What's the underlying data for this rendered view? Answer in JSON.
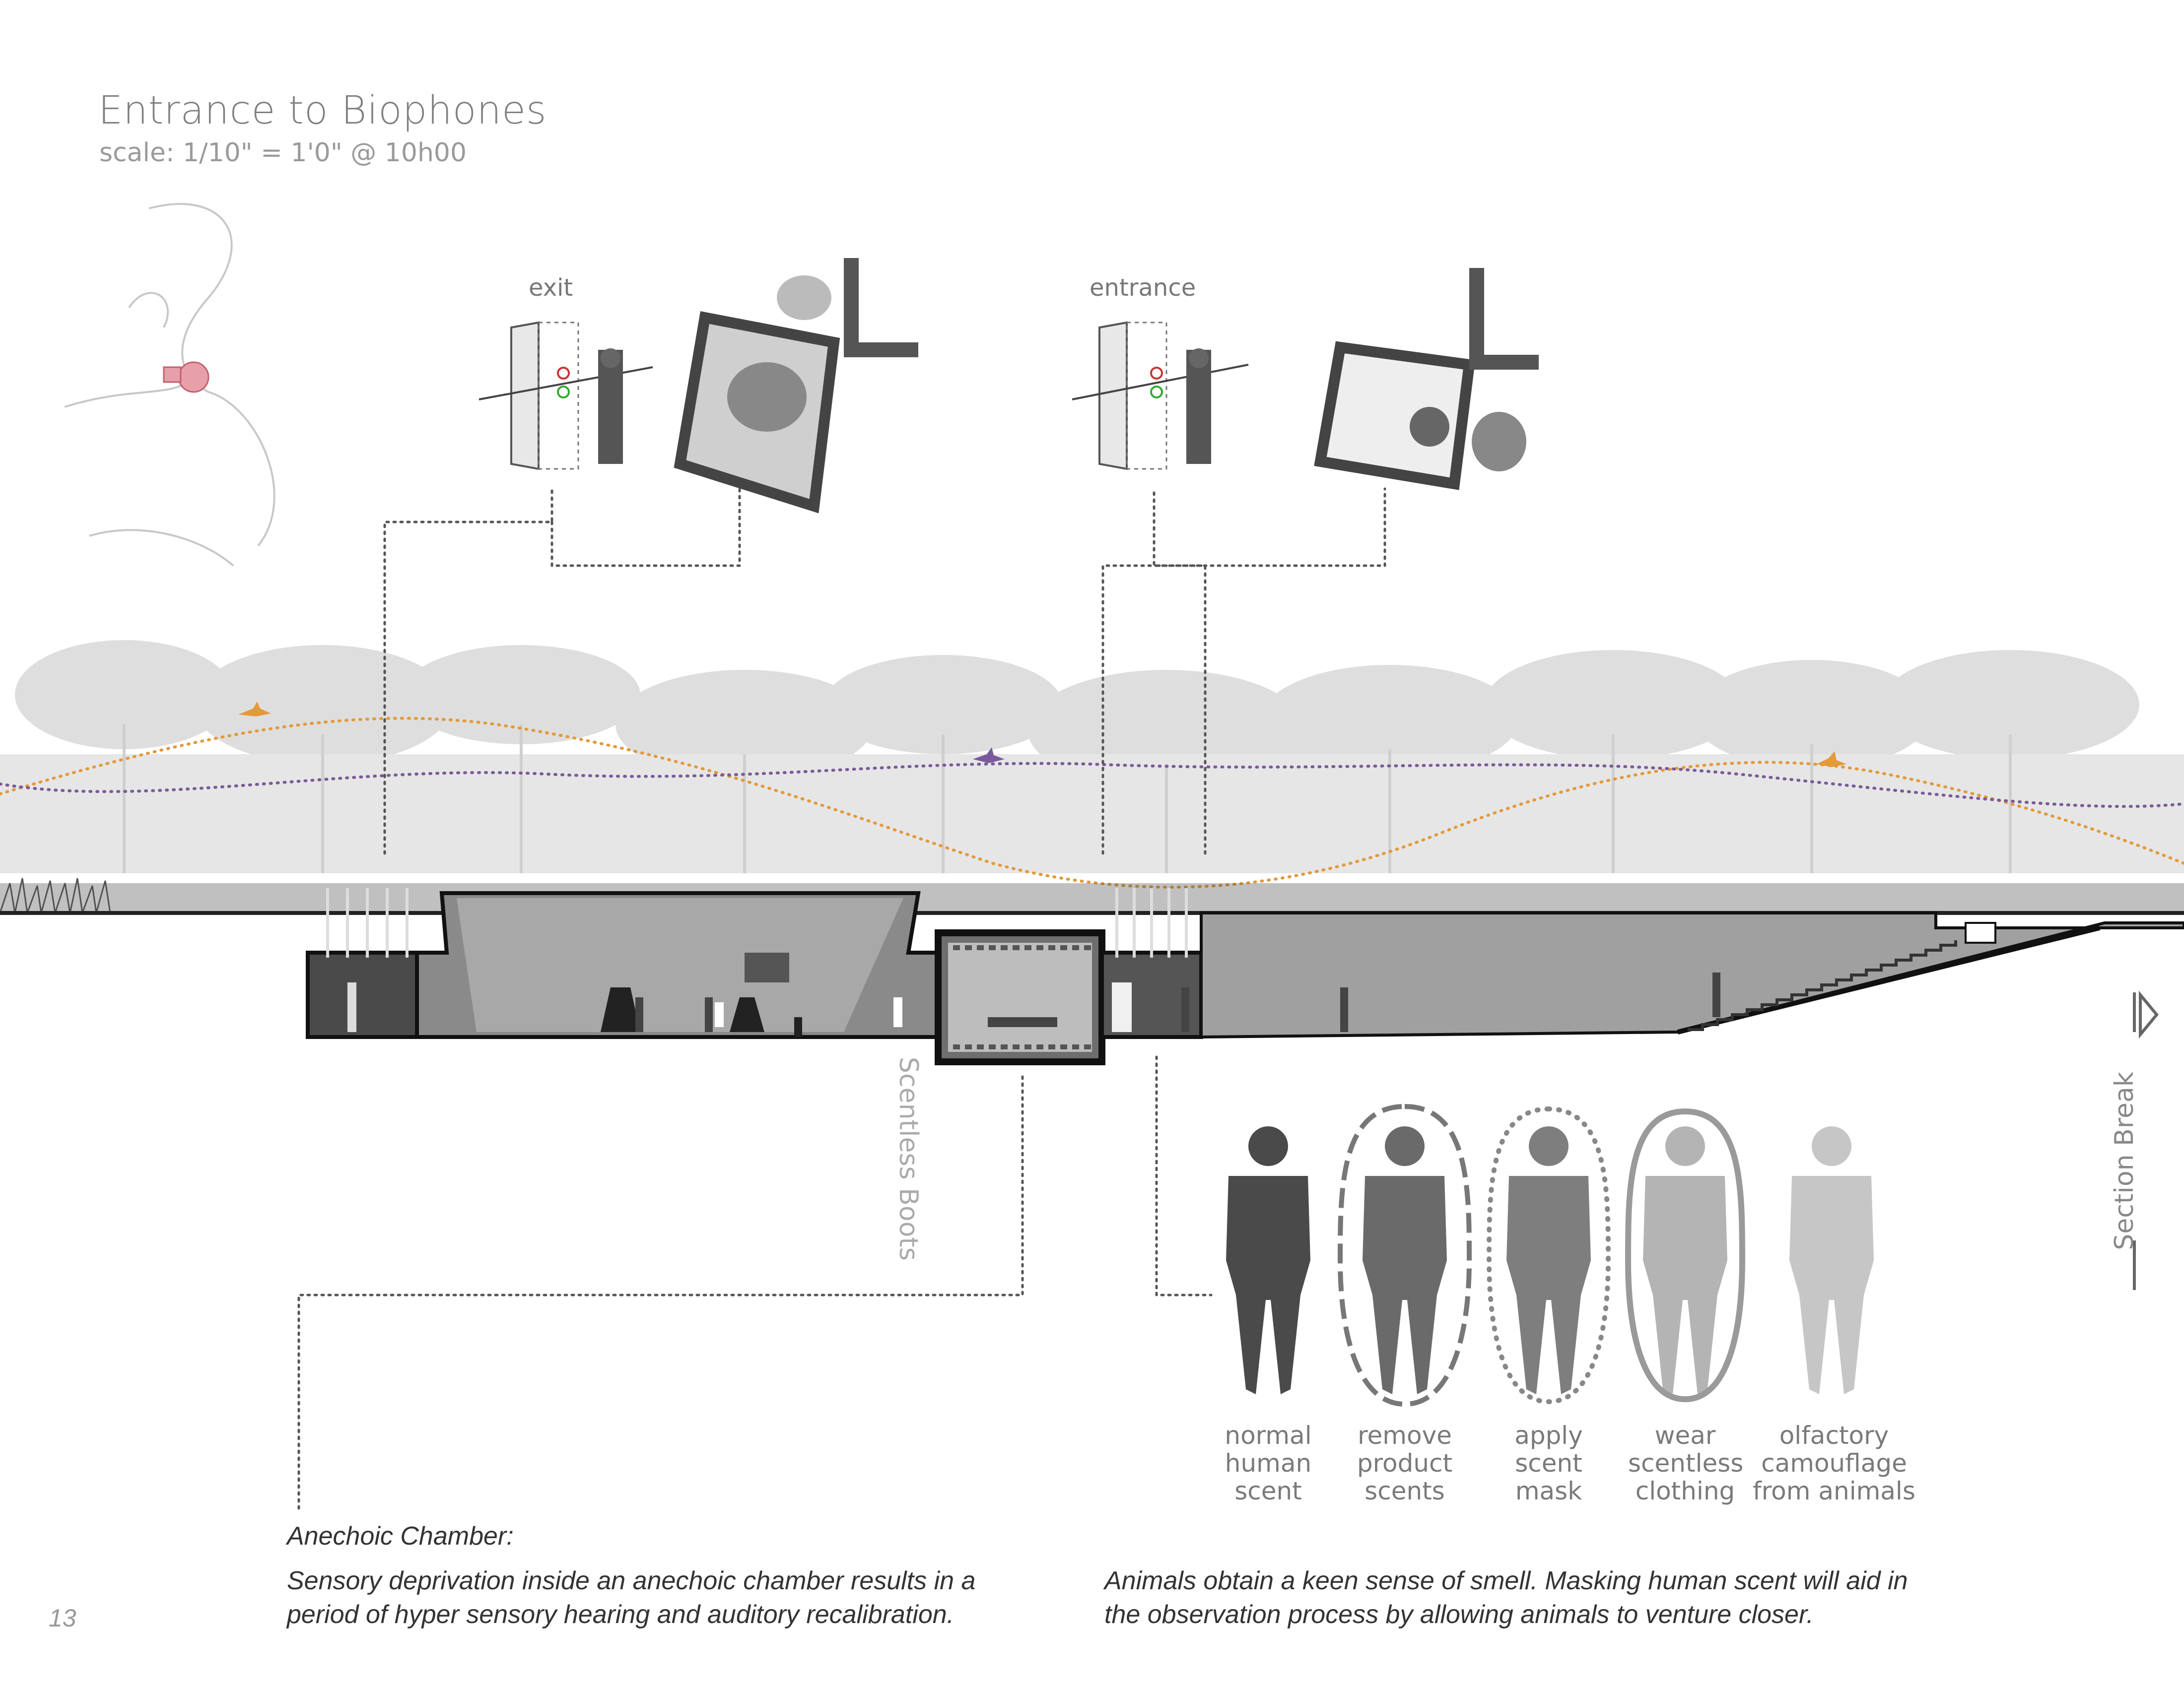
{
  "header": {
    "title": "Entrance to Biophones",
    "subtitle": "scale: 1/10\" = 1'0\" @ 10h00"
  },
  "details": {
    "exit_label": "exit",
    "entrance_label": "entrance"
  },
  "section": {
    "scentless_boots_label": "Scentless Boots",
    "section_break_label": "Section Break"
  },
  "scent_steps": [
    {
      "label": "normal\nhuman\nscent"
    },
    {
      "label": "remove\nproduct\nscents"
    },
    {
      "label": "apply\nscent\nmask"
    },
    {
      "label": "wear\nscentless\nclothing"
    },
    {
      "label": "olfactory\ncamouflage\nfrom animals"
    }
  ],
  "captions": {
    "anechoic_title": "Anechoic Chamber:",
    "anechoic_body": "Sensory deprivation inside an anechoic chamber results in a period of hyper sensory hearing and auditory recalibration.",
    "scent_body": "Animals obtain a keen sense of smell. Masking human scent will aid in the observation process by allowing animals to venture closer."
  },
  "page_number": "13",
  "colors": {
    "flight_orange": "#e39a3a",
    "flight_purple": "#7a5a9a",
    "tree_grey": "#d6d6d6",
    "ground_dark": "#2a2a2a",
    "text_grey": "#808080"
  },
  "icons": [
    "route-map-sketch",
    "bird-icon",
    "section-break-arrow-icon"
  ]
}
